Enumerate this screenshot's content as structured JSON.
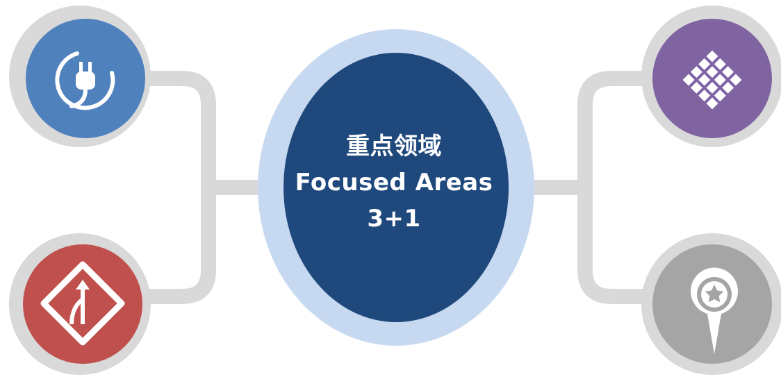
{
  "center": {
    "title_zh": "重点领域",
    "title_en": "Focused Areas",
    "count": "3+1"
  },
  "nodes": [
    {
      "id": "top-left",
      "icon": "power-plug-icon",
      "color": "#4F81BD"
    },
    {
      "id": "bottom-left",
      "icon": "merge-road-sign-icon",
      "color": "#C0504D"
    },
    {
      "id": "top-right",
      "icon": "grid-pattern-icon",
      "color": "#8064A2"
    },
    {
      "id": "bottom-right",
      "icon": "location-star-pin-icon",
      "color": "#A5A5A5"
    }
  ],
  "colors": {
    "center_fill": "#1F497D",
    "center_ring": "#C6D9F1",
    "outer_ring": "#D9D9D9",
    "connector": "#D9D9D9"
  }
}
